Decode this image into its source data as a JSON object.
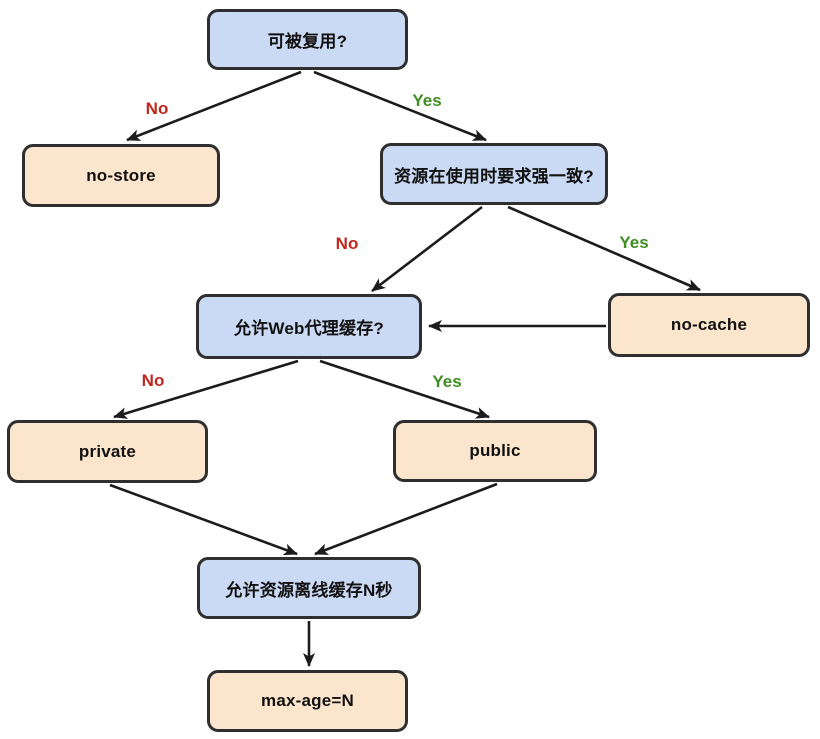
{
  "flowchart": {
    "nodes": {
      "reusable": "可被复用?",
      "no_store": "no-store",
      "strong_consistency": "资源在使用时要求强一致?",
      "web_proxy": "允许Web代理缓存?",
      "no_cache": "no-cache",
      "private": "private",
      "public": "public",
      "offline_cache": "允许资源离线缓存N秒",
      "max_age": "max-age=N"
    },
    "edge_labels": {
      "reusable_no": "No",
      "reusable_yes": "Yes",
      "strong_no": "No",
      "strong_yes": "Yes",
      "proxy_no": "No",
      "proxy_yes": "Yes"
    },
    "colors": {
      "decision_fill": "#cbdaf4",
      "result_fill": "#fce5cd",
      "node_border": "#2f2f2f",
      "no_color": "#c0261c",
      "yes_color": "#3e8e22",
      "arrow_color": "#1c1c1c",
      "text_color": "#111111",
      "background": "#ffffff"
    }
  }
}
